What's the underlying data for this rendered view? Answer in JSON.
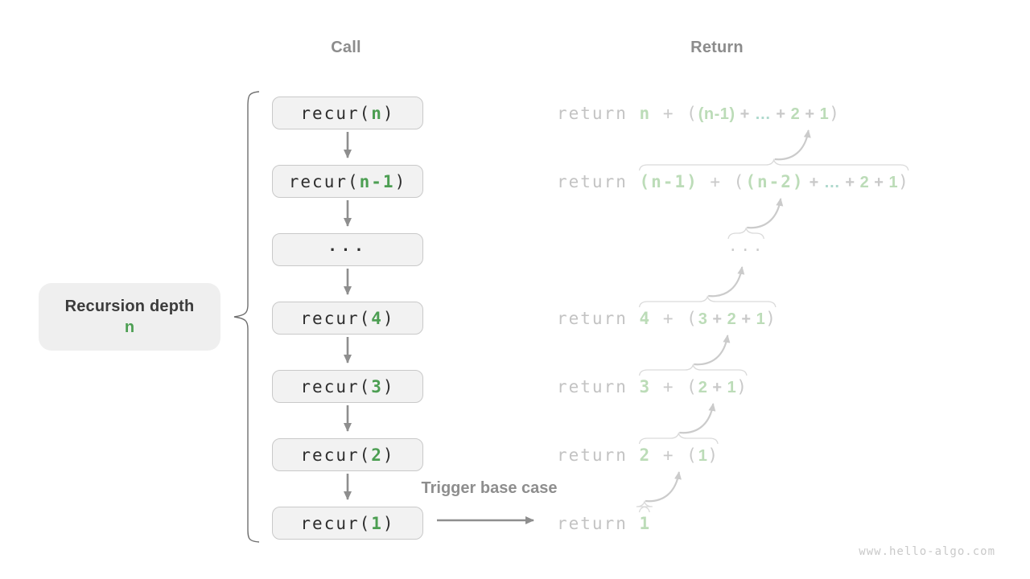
{
  "headers": {
    "call": "Call",
    "return": "Return"
  },
  "depth_label": {
    "title": "Recursion depth",
    "value": "n"
  },
  "trigger_label": "Trigger base case",
  "watermark": "www.hello-algo.com",
  "colors": {
    "canvas_bg": "#ffffff",
    "header_text": "#8c8c8c",
    "box_bg": "#f2f2f2",
    "box_border": "#c9c9c9",
    "box_text": "#2e2e2e",
    "accent_green": "#4c9e52",
    "depth_bg": "#efefef",
    "depth_text": "#3c3c3c",
    "arrow_gray": "#8e8e8e",
    "return_keyword": "#c3c3c3",
    "expr_gray": "#c9c9c9",
    "expr_green": "#bcdcb8",
    "expr_teal": "#aed9cd",
    "brace_light": "#dadada",
    "arrow_light": "#cbcbcb",
    "left_brace": "#6f6f6f",
    "watermark_text": "#c9c9c9"
  },
  "call_column": {
    "rows": [
      {
        "tokens": [
          {
            "t": "recur(",
            "c": "box_text"
          },
          {
            "t": "n",
            "c": "accent_green",
            "b": true
          },
          {
            "t": ")",
            "c": "box_text"
          }
        ]
      },
      {
        "tokens": [
          {
            "t": "recur(",
            "c": "box_text"
          },
          {
            "t": "n-1",
            "c": "accent_green",
            "b": true
          },
          {
            "t": ")",
            "c": "box_text"
          }
        ]
      },
      {
        "dots": true,
        "tokens": [
          {
            "t": "···",
            "c": "box_text",
            "b": true,
            "cls": "dots"
          }
        ]
      },
      {
        "tokens": [
          {
            "t": "recur(",
            "c": "box_text"
          },
          {
            "t": "4",
            "c": "accent_green",
            "b": true
          },
          {
            "t": ")",
            "c": "box_text"
          }
        ]
      },
      {
        "tokens": [
          {
            "t": "recur(",
            "c": "box_text"
          },
          {
            "t": "3",
            "c": "accent_green",
            "b": true
          },
          {
            "t": ")",
            "c": "box_text"
          }
        ]
      },
      {
        "tokens": [
          {
            "t": "recur(",
            "c": "box_text"
          },
          {
            "t": "2",
            "c": "accent_green",
            "b": true
          },
          {
            "t": ")",
            "c": "box_text"
          }
        ]
      },
      {
        "tokens": [
          {
            "t": "recur(",
            "c": "box_text"
          },
          {
            "t": "1",
            "c": "accent_green",
            "b": true
          },
          {
            "t": ")",
            "c": "box_text"
          }
        ]
      }
    ]
  },
  "return_column": {
    "rows": [
      {
        "prefix": [
          {
            "t": "return ",
            "f": "m",
            "c": "return_keyword"
          }
        ],
        "expr": [
          {
            "t": "n",
            "f": "m",
            "c": "expr_green",
            "b": true
          },
          {
            "t": " + (",
            "f": "m",
            "c": "expr_gray"
          },
          {
            "t": "(n-1)",
            "f": "s",
            "c": "expr_green"
          },
          {
            "t": " + ",
            "f": "s",
            "c": "expr_gray"
          },
          {
            "t": "…",
            "f": "s",
            "c": "expr_teal"
          },
          {
            "t": " + ",
            "f": "s",
            "c": "expr_gray"
          },
          {
            "t": "2",
            "f": "s",
            "c": "expr_green"
          },
          {
            "t": " + ",
            "f": "s",
            "c": "expr_gray"
          },
          {
            "t": "1",
            "f": "s",
            "c": "expr_green"
          },
          {
            "t": ")",
            "f": "m",
            "c": "expr_gray"
          }
        ],
        "brace": false,
        "arrow": false
      },
      {
        "prefix": [
          {
            "t": "return ",
            "f": "m",
            "c": "return_keyword"
          }
        ],
        "expr": [
          {
            "t": "(n-1)",
            "f": "m",
            "c": "expr_green",
            "b": true
          },
          {
            "t": " + (",
            "f": "m",
            "c": "expr_gray"
          },
          {
            "t": "(n-2)",
            "f": "m",
            "c": "expr_green",
            "b": true
          },
          {
            "t": " + ",
            "f": "s",
            "c": "expr_gray"
          },
          {
            "t": "…",
            "f": "s",
            "c": "expr_teal"
          },
          {
            "t": " + ",
            "f": "s",
            "c": "expr_gray"
          },
          {
            "t": "2",
            "f": "s",
            "c": "expr_green"
          },
          {
            "t": " + ",
            "f": "s",
            "c": "expr_gray"
          },
          {
            "t": "1",
            "f": "s",
            "c": "expr_green"
          },
          {
            "t": ")",
            "f": "m",
            "c": "expr_gray"
          }
        ],
        "brace": true,
        "arrow": true
      },
      {
        "dots": true,
        "prefix": [],
        "expr": [
          {
            "t": "···",
            "f": "m",
            "c": "expr_gray",
            "cls": "rdots"
          }
        ],
        "brace": true,
        "arrow": true
      },
      {
        "prefix": [
          {
            "t": "return ",
            "f": "m",
            "c": "return_keyword"
          }
        ],
        "expr": [
          {
            "t": "4",
            "f": "m",
            "c": "expr_green",
            "b": true
          },
          {
            "t": " + (",
            "f": "m",
            "c": "expr_gray"
          },
          {
            "t": "3",
            "f": "s",
            "c": "expr_green"
          },
          {
            "t": " + ",
            "f": "s",
            "c": "expr_gray"
          },
          {
            "t": "2",
            "f": "s",
            "c": "expr_green"
          },
          {
            "t": " + ",
            "f": "s",
            "c": "expr_gray"
          },
          {
            "t": "1",
            "f": "s",
            "c": "expr_green"
          },
          {
            "t": ")",
            "f": "m",
            "c": "expr_gray"
          }
        ],
        "brace": true,
        "arrow": true
      },
      {
        "prefix": [
          {
            "t": "return ",
            "f": "m",
            "c": "return_keyword"
          }
        ],
        "expr": [
          {
            "t": "3",
            "f": "m",
            "c": "expr_green",
            "b": true
          },
          {
            "t": " + (",
            "f": "m",
            "c": "expr_gray"
          },
          {
            "t": "2",
            "f": "s",
            "c": "expr_green"
          },
          {
            "t": " + ",
            "f": "s",
            "c": "expr_gray"
          },
          {
            "t": "1",
            "f": "s",
            "c": "expr_green"
          },
          {
            "t": ")",
            "f": "m",
            "c": "expr_gray"
          }
        ],
        "brace": true,
        "arrow": true
      },
      {
        "prefix": [
          {
            "t": "return ",
            "f": "m",
            "c": "return_keyword"
          }
        ],
        "expr": [
          {
            "t": "2",
            "f": "m",
            "c": "expr_green",
            "b": true
          },
          {
            "t": " + (",
            "f": "m",
            "c": "expr_gray"
          },
          {
            "t": "1",
            "f": "s",
            "c": "expr_green"
          },
          {
            "t": ")",
            "f": "m",
            "c": "expr_gray"
          }
        ],
        "brace": true,
        "arrow": true
      },
      {
        "prefix": [
          {
            "t": "return ",
            "f": "m",
            "c": "return_keyword"
          }
        ],
        "expr": [
          {
            "t": "1",
            "f": "m",
            "c": "expr_green",
            "b": true
          }
        ],
        "brace": true,
        "arrow": true
      }
    ]
  }
}
